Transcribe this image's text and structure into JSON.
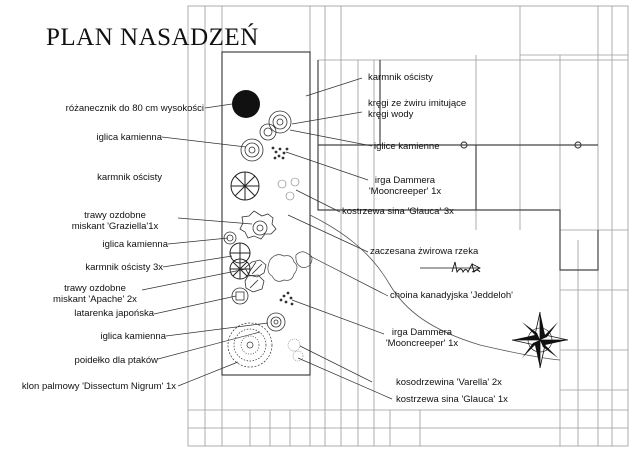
{
  "title": "PLAN NASADZEŃ",
  "labels": {
    "rozanecznik": "różanecznik do 80 cm wysokości",
    "iglica1": "iglica kamienna",
    "karmnik1": "karmnik ościsty",
    "trawy1_line1": "trawy ozdobne",
    "trawy1_line2": "miskant 'Graziella'1x",
    "iglica2": "iglica kamienna",
    "karmnik3": "karmnik ościsty 3x",
    "trawy2_line1": "trawy ozdobne",
    "trawy2_line2": "miskant 'Apache' 2x",
    "latarenka": "latarenka japońska",
    "iglica3": "iglica kamienna",
    "poidelko": "poidełko dla ptaków",
    "klon": "klon palmowy 'Dissectum Nigrum' 1x",
    "karmnik_r": "karmnik ościsty",
    "kregi_line1": "kręgi ze żwiru imitujące",
    "kregi_line2": "kręgi wody",
    "iglice_r": "iglice kamienne",
    "irga1_line1": "irga Dammera",
    "irga1_line2": "'Mooncreeper' 1x",
    "kostrzewa1": "kostrzewa sina 'Glauca' 3x",
    "rzeka": "zaczesana żwirowa rzeka",
    "choina": "choina kanadyjska 'Jeddeloh'",
    "irga2_line1": "irga Dammera",
    "irga2_line2": "'Mooncreeper' 1x",
    "kosodrzewina": "kosodrzewina 'Varella' 2x",
    "kostrzewa2": "kostrzewa sina 'Glauca' 1x"
  },
  "colors": {
    "ink": "#111111",
    "line": "#555555",
    "paving": "#9a9a9a"
  },
  "icons": [
    "compass-rose-icon",
    "handwritten-signature-icon"
  ]
}
